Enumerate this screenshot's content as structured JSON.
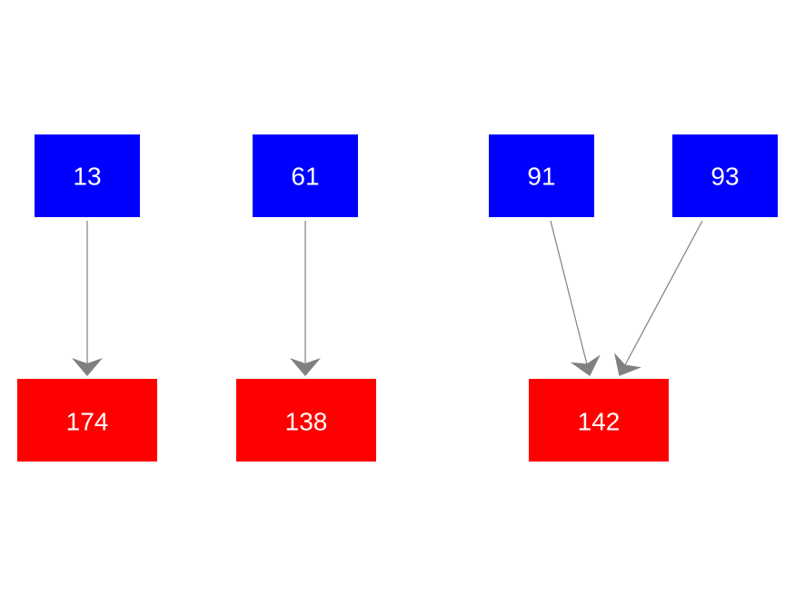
{
  "diagram": {
    "colors": {
      "source_node": "#0000ff",
      "target_node": "#ff0000",
      "edge": "#808080",
      "label": "#ffffff"
    },
    "nodes": {
      "n13": {
        "label": "13",
        "kind": "source"
      },
      "n61": {
        "label": "61",
        "kind": "source"
      },
      "n91": {
        "label": "91",
        "kind": "source"
      },
      "n93": {
        "label": "93",
        "kind": "source"
      },
      "n174": {
        "label": "174",
        "kind": "target"
      },
      "n138": {
        "label": "138",
        "kind": "target"
      },
      "n142": {
        "label": "142",
        "kind": "target"
      }
    },
    "edges": [
      {
        "from": "13",
        "to": "174"
      },
      {
        "from": "61",
        "to": "138"
      },
      {
        "from": "91",
        "to": "142"
      },
      {
        "from": "93",
        "to": "142"
      }
    ]
  }
}
